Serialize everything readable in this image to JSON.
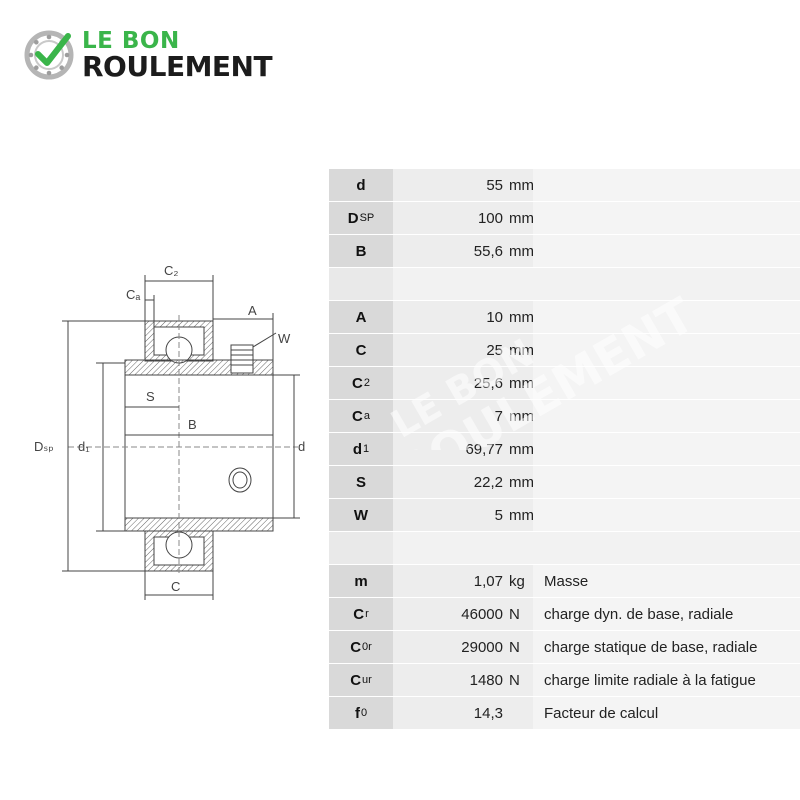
{
  "brand": {
    "line1": "LE BON",
    "line2": "ROULEMENT",
    "icon": "bearing-check-icon",
    "colors": {
      "green": "#3ab54a",
      "dark": "#1c1c1c"
    }
  },
  "drawing": {
    "labels": {
      "c2": "C₂",
      "ca": "Cₐ",
      "a": "A",
      "w": "W",
      "s": "S",
      "b": "B",
      "dsp": "Dₛₚ",
      "d1": "d₁",
      "d": "d",
      "c": "C"
    }
  },
  "specs": {
    "rows": [
      {
        "sym": "d",
        "sub": "",
        "num": "55",
        "unit": "mm",
        "desc": ""
      },
      {
        "sym": "D",
        "sub": "SP",
        "num": "100",
        "unit": "mm",
        "desc": ""
      },
      {
        "sym": "B",
        "sub": "",
        "num": "55,6",
        "unit": "mm",
        "desc": ""
      },
      {
        "gap": true
      },
      {
        "sym": "A",
        "sub": "",
        "num": "10",
        "unit": "mm",
        "desc": ""
      },
      {
        "sym": "C",
        "sub": "",
        "num": "25",
        "unit": "mm",
        "desc": ""
      },
      {
        "sym": "C",
        "sub": "2",
        "num": "25,6",
        "unit": "mm",
        "desc": ""
      },
      {
        "sym": "C",
        "sub": "a",
        "num": "7",
        "unit": "mm",
        "desc": ""
      },
      {
        "sym": "d",
        "sub": "1",
        "num": "69,77",
        "unit": "mm",
        "desc": ""
      },
      {
        "sym": "S",
        "sub": "",
        "num": "22,2",
        "unit": "mm",
        "desc": ""
      },
      {
        "sym": "W",
        "sub": "",
        "num": "5",
        "unit": "mm",
        "desc": ""
      },
      {
        "gap": true
      },
      {
        "sym": "m",
        "sub": "",
        "num": "1,07",
        "unit": "kg",
        "desc": "Masse"
      },
      {
        "sym": "C",
        "sub": "r",
        "num": "46000",
        "unit": "N",
        "desc": "charge dyn. de base, radiale"
      },
      {
        "sym": "C",
        "sub": "0r",
        "num": "29000",
        "unit": "N",
        "desc": "charge statique de base, radiale"
      },
      {
        "sym": "C",
        "sub": "ur",
        "num": "1480",
        "unit": "N",
        "desc": "charge limite radiale à la fatigue"
      },
      {
        "sym": "f",
        "sub": "0",
        "num": "14,3",
        "unit": "",
        "desc": "Facteur de calcul"
      }
    ]
  },
  "watermark": {
    "line1": "LE BON",
    "line2": "ROULEMENT"
  }
}
